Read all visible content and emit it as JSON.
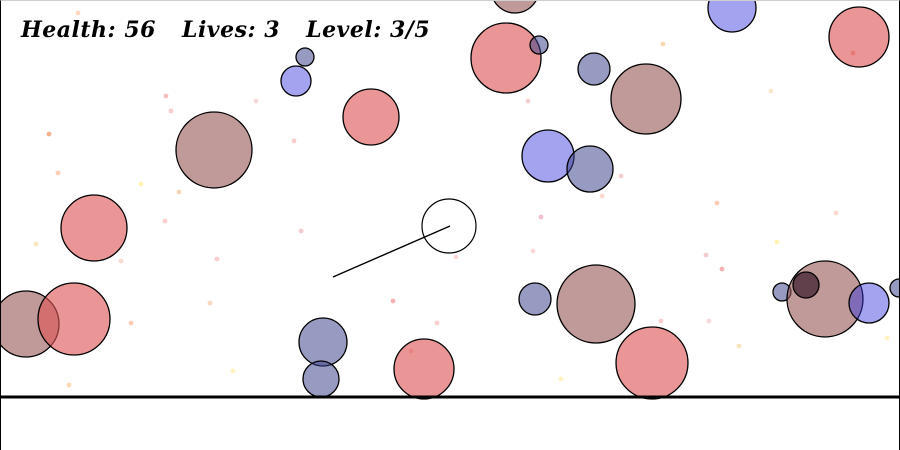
{
  "hud": {
    "health_label": "Health:",
    "health_value": "56",
    "lives_label": "Lives:",
    "lives_value": "3",
    "level_label": "Level:",
    "level_value": "3/5"
  },
  "colors": {
    "red_bubble": "#dd5555",
    "brown_bubble": "#9a5a5a",
    "blue_bubble": "#3333dd",
    "slate_bubble": "#3a3f88",
    "dark_bubble": "#3a1a2a",
    "outline": "#000000",
    "ground_line": "#000000",
    "player_fill": "#ffffff"
  }
}
